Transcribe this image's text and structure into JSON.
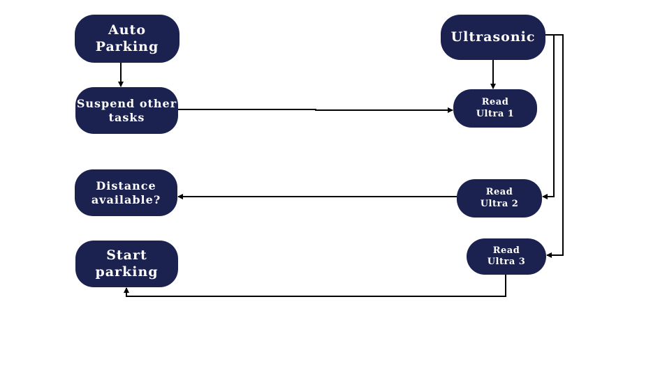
{
  "nodes": {
    "auto_parking": "Auto Parking",
    "suspend_other_tasks": "Suspend other\ntasks",
    "distance_available": "Distance\navailable?",
    "start_parking": "Start\nparking",
    "ultrasonic": "Ultrasonic",
    "read_ultra_1": "Read\nUltra 1",
    "read_ultra_2": "Read\nUltra 2",
    "read_ultra_3": "Read\nUltra 3"
  },
  "edges": [
    {
      "from": "auto_parking",
      "to": "suspend_other_tasks"
    },
    {
      "from": "suspend_other_tasks",
      "to": "read_ultra_1"
    },
    {
      "from": "ultrasonic",
      "to": "read_ultra_1"
    },
    {
      "from": "ultrasonic",
      "to": "read_ultra_2"
    },
    {
      "from": "ultrasonic",
      "to": "read_ultra_3"
    },
    {
      "from": "read_ultra_2",
      "to": "distance_available"
    },
    {
      "from": "read_ultra_3",
      "to": "start_parking"
    }
  ],
  "colors": {
    "node_fill": "#1c2250",
    "node_text": "#ffffff",
    "connector": "#000000"
  }
}
